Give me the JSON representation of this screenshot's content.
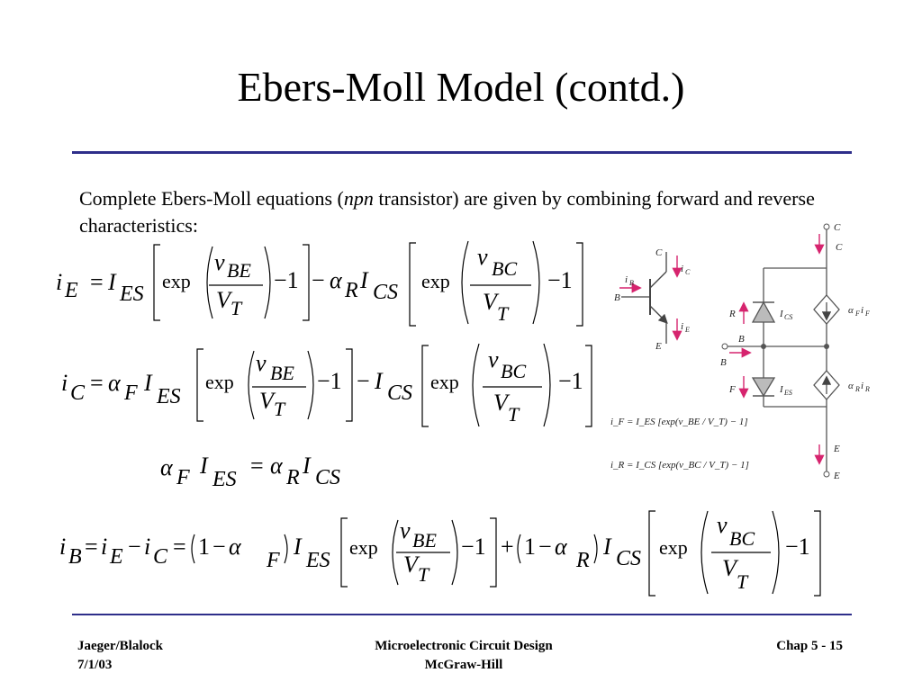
{
  "slide": {
    "title": "Ebers-Moll Model (contd.)",
    "intro_part1": "Complete Ebers-Moll equations (",
    "intro_italic": "npn",
    "intro_part2": " transistor) are given by combining forward and reverse characteristics:"
  },
  "equations": {
    "eq1": {
      "lhs_i": "i",
      "lhs_sub": "E",
      "eq": "=",
      "I": "I",
      "ES": "ES",
      "exp": "exp",
      "vBE_v": "v",
      "vBE_sub": "BE",
      "VT_V": "V",
      "VT_sub": "T",
      "minus1": "−1",
      "minus": "−",
      "alpha": "α",
      "R": "R",
      "CS": "CS",
      "vBC_sub": "BC"
    },
    "eq2": {
      "lhs_i": "i",
      "lhs_sub": "C",
      "eq": "=",
      "alpha": "α",
      "F": "F",
      "I": "I",
      "ES": "ES",
      "exp": "exp",
      "v": "v",
      "BE": "BE",
      "V": "V",
      "T": "T",
      "minus1": "−1",
      "minus": "−",
      "CS": "CS",
      "BC": "BC"
    },
    "eq3": {
      "alpha": "α",
      "F": "F",
      "I": "I",
      "ES": "ES",
      "eq": "=",
      "R": "R",
      "CS": "CS"
    },
    "eq4": {
      "i": "i",
      "B": "B",
      "E": "E",
      "C": "C",
      "eq": "=",
      "minus": "−",
      "one": "1",
      "alpha": "α",
      "F": "F",
      "R": "R",
      "I": "I",
      "ES": "ES",
      "CS": "CS",
      "exp": "exp",
      "v": "v",
      "BE": "BE",
      "BC": "BC",
      "V": "V",
      "T": "T",
      "minus1": "−1",
      "plus": "+"
    }
  },
  "figure": {
    "transistor": {
      "C": "C",
      "B": "B",
      "E": "E",
      "iC": "i",
      "iC_sub": "C",
      "iB": "i",
      "iB_sub": "B",
      "iE": "i",
      "iE_sub": "E"
    },
    "model": {
      "C": "C",
      "B": "B",
      "E": "E",
      "iC_sub": "C",
      "iB_sub": "B",
      "iE_sub": "E",
      "iR_sub": "R",
      "iF_sub": "F",
      "ICS": "I",
      "ICS_sub": "CS",
      "IES": "I",
      "IES_sub": "ES",
      "src_top": "α",
      "src_top_sub": "F",
      "src_top_i": "i",
      "src_top_isub": "F",
      "src_bot": "α",
      "src_bot_sub": "R",
      "src_bot_i": "i",
      "src_bot_isub": "R"
    },
    "eqF": "i_F = I_ES [exp(v_BE / V_T) − 1]",
    "eqR": "i_R = I_CS [exp(v_BC / V_T) − 1]"
  },
  "footer": {
    "left_line1": "Jaeger/Blalock",
    "left_line2": "7/1/03",
    "center_line1": "Microelectronic Circuit Design",
    "center_line2": "McGraw-Hill",
    "right": "Chap 5 - 15"
  },
  "colors": {
    "rule": "#2e2e8a",
    "arrow": "#d6246e",
    "figure_line": "#444444"
  }
}
